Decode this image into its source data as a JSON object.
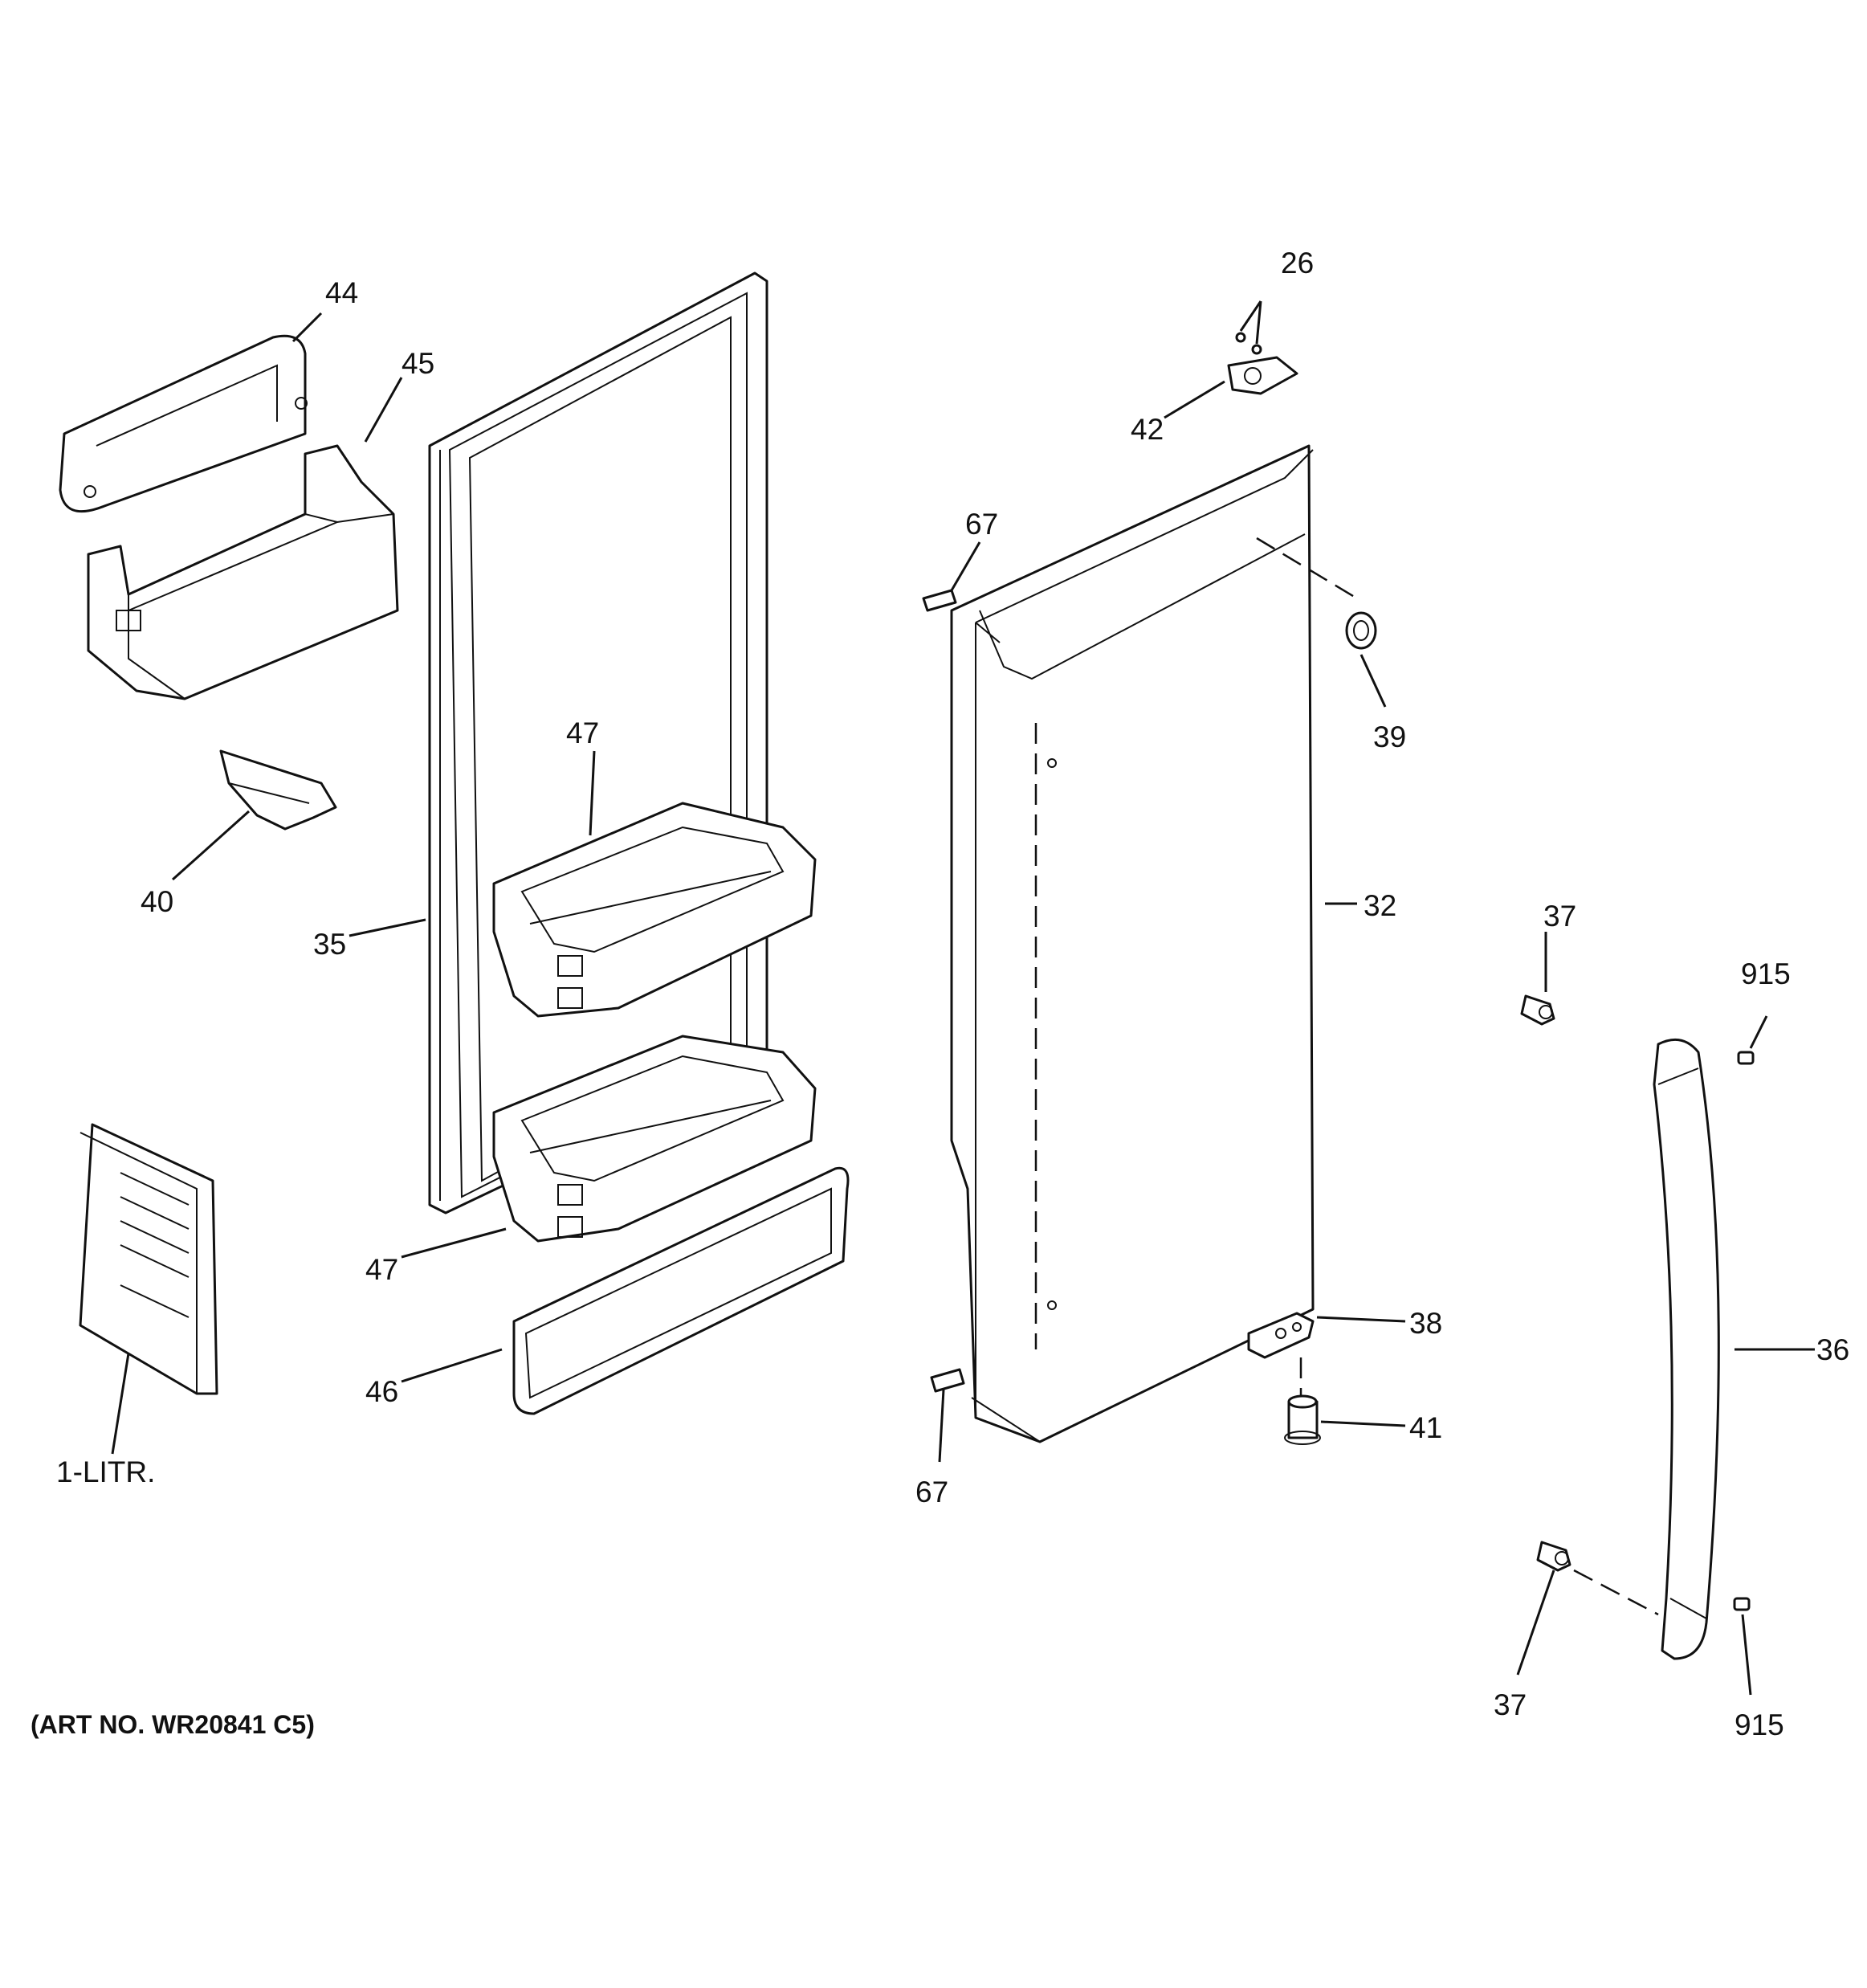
{
  "callouts": {
    "c26": "26",
    "c42": "42",
    "c44": "44",
    "c45": "45",
    "c67a": "67",
    "c39": "39",
    "c47a": "47",
    "c40": "40",
    "c35": "35",
    "c32": "32",
    "c37a": "37",
    "c915a": "915",
    "c36": "36",
    "c47b": "47",
    "c46": "46",
    "c38": "38",
    "c41": "41",
    "c67b": "67",
    "c1litr": "1-LITR.",
    "c37b": "37",
    "c915b": "915"
  },
  "art_number": "(ART NO. WR20841 C5)"
}
